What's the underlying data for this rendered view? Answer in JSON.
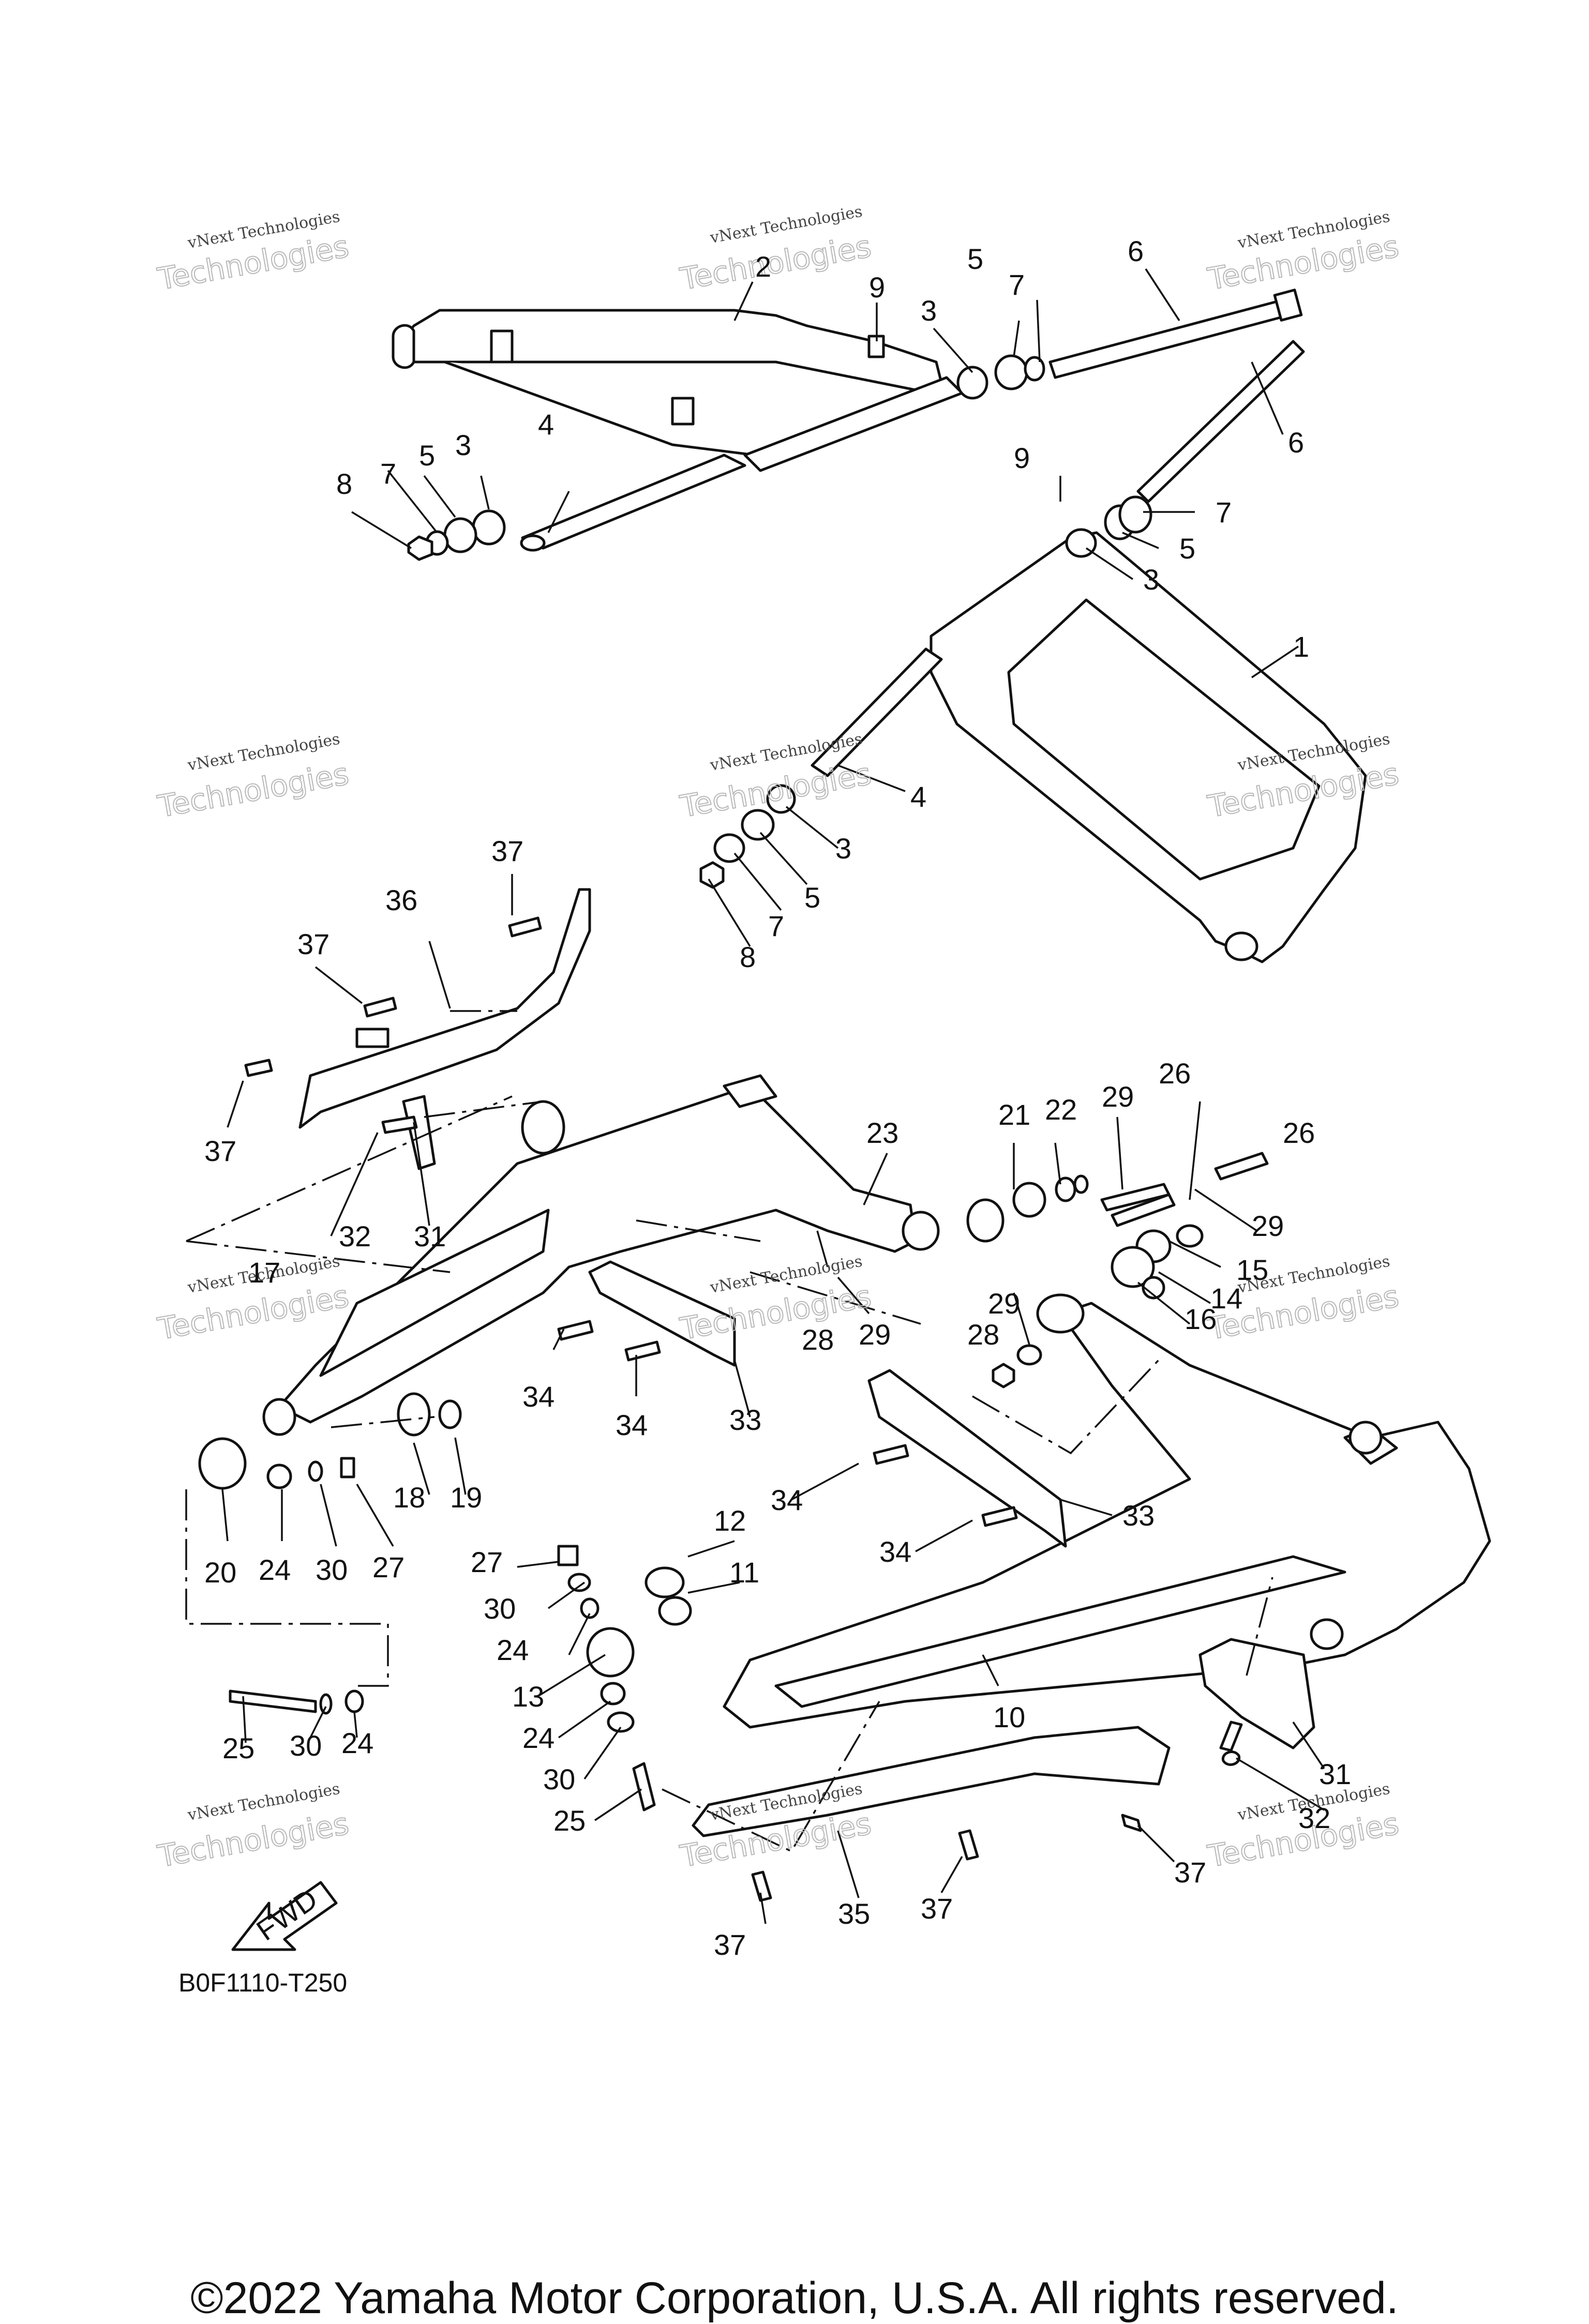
{
  "diagram": {
    "code": "B0F1110-T250",
    "copyright": "©2022 Yamaha Motor Corporation, U.S.A. All rights reserved.",
    "fwd_label": "FWD",
    "watermark": {
      "line1": "vNext Technologies",
      "line2": "Technologies"
    },
    "callouts": {
      "c1": "1",
      "c2": "2",
      "c3": "3",
      "c4": "4",
      "c5": "5",
      "c6": "6",
      "c7": "7",
      "c8": "8",
      "c9": "9",
      "c10": "10",
      "c11": "11",
      "c12": "12",
      "c13": "13",
      "c14": "14",
      "c15": "15",
      "c16": "16",
      "c17": "17",
      "c18": "18",
      "c19": "19",
      "c20": "20",
      "c21": "21",
      "c22": "22",
      "c23": "23",
      "c24": "24",
      "c25": "25",
      "c26": "26",
      "c27": "27",
      "c28": "28",
      "c29": "29",
      "c30": "30",
      "c31": "31",
      "c32": "32",
      "c33": "33",
      "c34": "34",
      "c35": "35",
      "c36": "36",
      "c37": "37"
    }
  }
}
